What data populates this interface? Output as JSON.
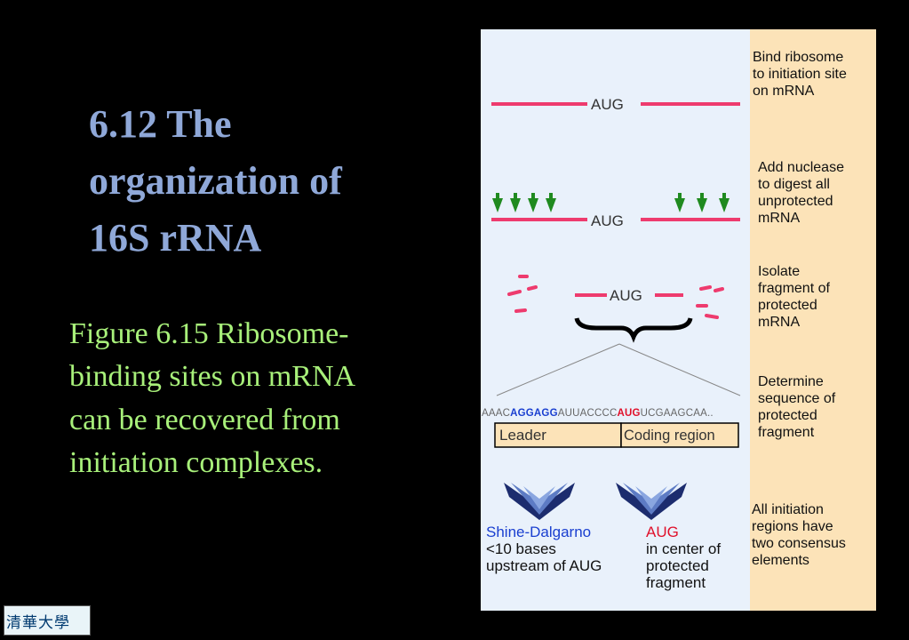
{
  "title": {
    "lines": [
      "6.12 The",
      "organization of",
      "16S rRNA"
    ]
  },
  "caption": {
    "lines": [
      "Figure 6.15 Ribosome-",
      "binding sites on mRNA",
      "can be recovered from",
      "initiation complexes."
    ]
  },
  "diagram": {
    "steps": [
      {
        "lines": [
          "Bind ribosome",
          "to initiation site",
          "on mRNA"
        ]
      },
      {
        "lines": [
          "Add nuclease",
          "to digest all",
          "unprotected",
          "mRNA"
        ]
      },
      {
        "lines": [
          "Isolate",
          "fragment of",
          "protected",
          "mRNA"
        ]
      },
      {
        "lines": [
          "Determine",
          "sequence of",
          "protected",
          "fragment"
        ]
      },
      {
        "lines": [
          "All initiation",
          "regions have",
          "two consensus",
          "elements"
        ]
      }
    ],
    "aug_label": "AUG",
    "sequence": {
      "prefix": "AAAC",
      "shine_dalgarno": "AGGAGG",
      "spacer": "AUUACCCC",
      "start": "AUG",
      "suffix": "UCGAAGCAA.."
    },
    "regions": {
      "leader": "Leader",
      "coding": "Coding region"
    },
    "elements": {
      "sd_title": "Shine-Dalgarno",
      "sd_lines": [
        "<10 bases",
        "upstream of AUG"
      ],
      "aug_title": "AUG",
      "aug_lines": [
        "in center of",
        "protected",
        "fragment"
      ]
    },
    "colors": {
      "mrna": "#ee3b6e",
      "nuclease": "#1f8a1f",
      "shine_dalgarno": "#1a3fd0",
      "start_codon": "#e0102a",
      "arrow": "#2a3f8f"
    }
  },
  "logo": {
    "text": "清華大學"
  }
}
